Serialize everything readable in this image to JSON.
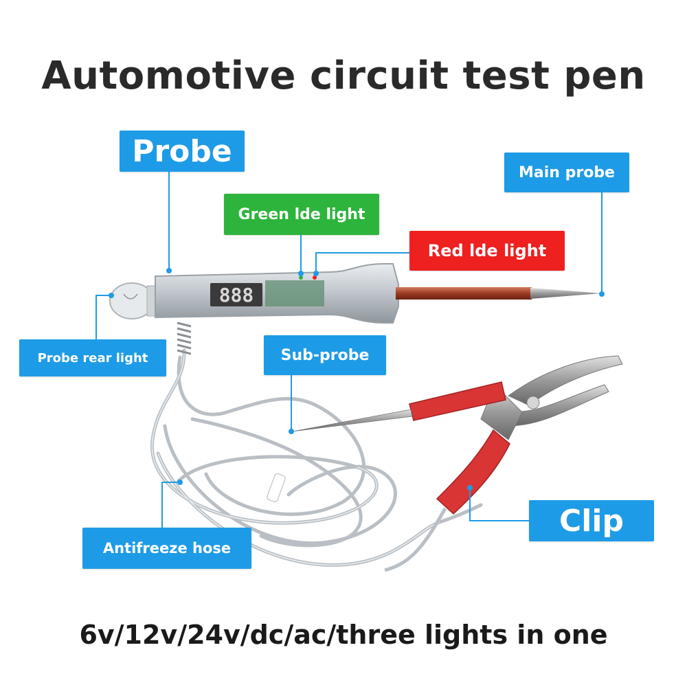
{
  "title": "Automotive circuit test pen",
  "labels": {
    "probe": "Probe",
    "main_probe": "Main probe",
    "green_light": "Green lde light",
    "red_light": "Red lde light",
    "probe_rear_light": "Probe rear light",
    "sub_probe": "Sub-probe",
    "clip": "Clip",
    "antifreeze_hose": "Antifreeze hose"
  },
  "display_readout": "888",
  "footer": "6v/12v/24v/dc/ac/three lights in one",
  "colors": {
    "label_blue": "#1e9be6",
    "label_green": "#2db43c",
    "label_red": "#ee2020",
    "probe_rod": "#a8432a",
    "clip_sleeve": "#d93535"
  }
}
